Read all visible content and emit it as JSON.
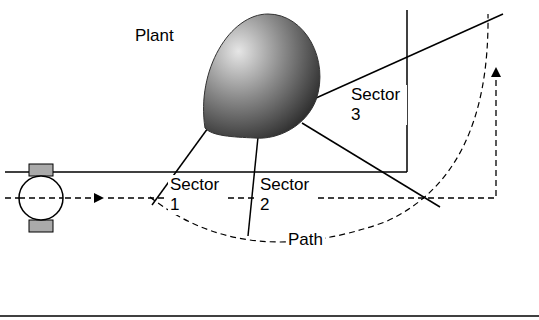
{
  "diagram": {
    "labels": [
      "Plant",
      "Sector 1",
      "Sector 2",
      "Sector 3",
      "Path"
    ]
  }
}
